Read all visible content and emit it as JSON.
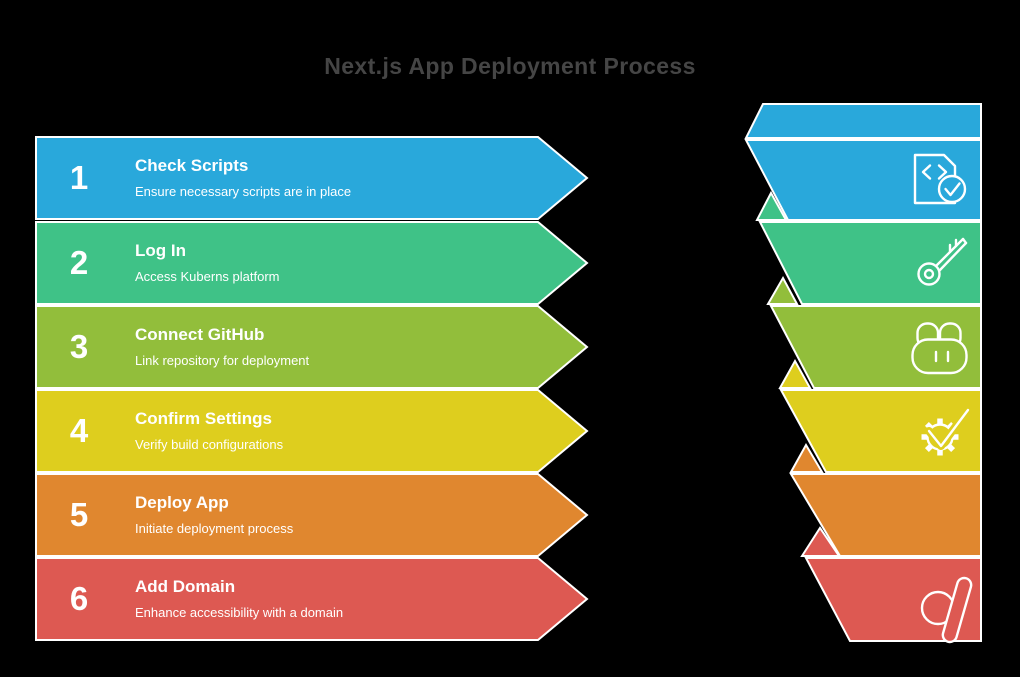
{
  "title": {
    "text": "Next.js App Deployment Process",
    "color": "#454545"
  },
  "canvas": {
    "background": "#000000",
    "band_border": "#ffffff"
  },
  "steps": [
    {
      "number": "1",
      "title": "Check Scripts",
      "subtitle": "Ensure necessary scripts are in place",
      "color": "#29a8db",
      "icon": "file-code-check-icon"
    },
    {
      "number": "2",
      "title": "Log In",
      "subtitle": "Access Kuberns platform",
      "color": "#3fc287",
      "icon": "key-icon"
    },
    {
      "number": "3",
      "title": "Connect GitHub",
      "subtitle": "Link repository for deployment",
      "color": "#92be3b",
      "icon": "team-icon"
    },
    {
      "number": "4",
      "title": "Confirm Settings",
      "subtitle": "Verify build configurations",
      "color": "#dece1e",
      "icon": "gear-check-icon"
    },
    {
      "number": "5",
      "title": "Deploy App",
      "subtitle": "Initiate deployment process",
      "color": "#e0872f",
      "icon": ""
    },
    {
      "number": "6",
      "title": "Add Domain",
      "subtitle": "Enhance accessibility with a domain",
      "color": "#dd5952",
      "icon": "domain-icon"
    }
  ]
}
